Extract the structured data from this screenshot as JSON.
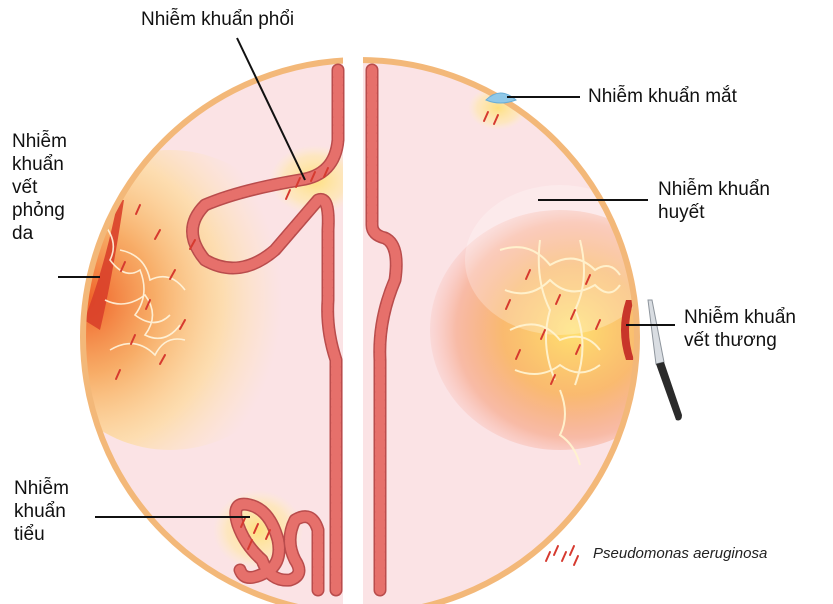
{
  "labels": {
    "lung": "Nhiễm khuẩn phổi",
    "eye": "Nhiễm khuẩn mắt",
    "burn": [
      "Nhiễm",
      "khuẩn",
      "vết",
      "phỏng",
      "da"
    ],
    "blood": [
      "Nhiễm khuẩn",
      "huyết"
    ],
    "wound": [
      "Nhiễm khuẩn",
      "vết thương"
    ],
    "urinary": [
      "Nhiễm",
      "khuẩn",
      "tiểu"
    ]
  },
  "legend": {
    "text": "Pseudomonas aeruginosa",
    "icon": "bacteria-icon"
  },
  "colors": {
    "body_fill": "#fbe3e5",
    "body_rim": "#f3b879",
    "tube": "#e6706b",
    "tube_dark": "#b94c4c",
    "infection_core": "#ef6a2e",
    "infection_glow": "#ffd36b",
    "bacteria": "#d63a2f",
    "leader": "#111111"
  }
}
